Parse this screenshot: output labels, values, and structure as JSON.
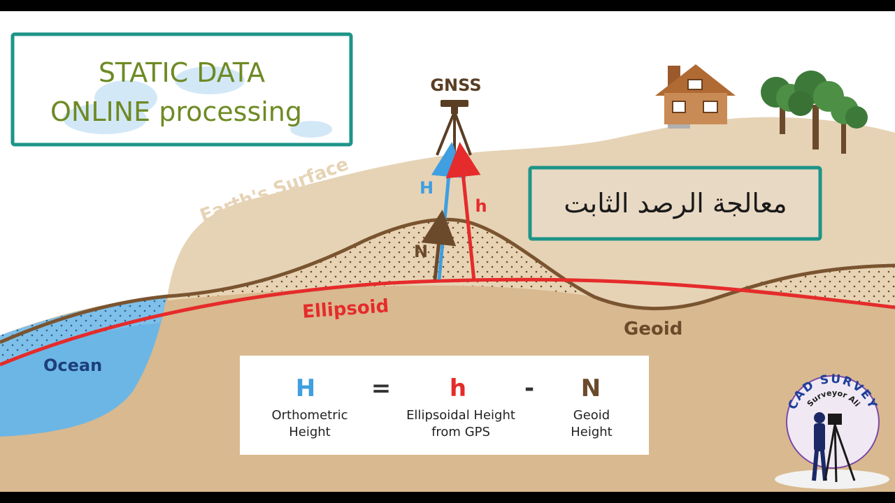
{
  "title_box": {
    "line1": "STATIC DATA",
    "line2": "ONLINE processing"
  },
  "arabic_box": {
    "text": "معالجة الرصد الثابت"
  },
  "labels": {
    "gnss": "GNSS",
    "earth_surface": "Earth's Surface",
    "H": "H",
    "h": "h",
    "N": "N",
    "ellipsoid": "Ellipsoid",
    "geoid": "Geoid",
    "ocean": "Ocean"
  },
  "formula": {
    "H": "H",
    "equals": "=",
    "h": "h",
    "minus": "-",
    "N": "N",
    "H_caption_1": "Orthometric",
    "H_caption_2": "Height",
    "h_caption_1": "Ellipsoidal Height",
    "h_caption_2": "from GPS",
    "N_caption_1": "Geoid",
    "N_caption_2": "Height"
  },
  "logo": {
    "text_top": "CAD SURVEY",
    "text_sub": "Surveyor Ali"
  },
  "colors": {
    "ellipsoid_red": "#e52b2b",
    "geoid_brown": "#6b4a2b",
    "H_blue": "#3f9fe0",
    "ocean_blue": "#6cb6e6",
    "frame_teal": "#1e9488",
    "title_green": "#6e8a24",
    "land_light": "#e3cfb0",
    "land_dark": "#d9b98f"
  }
}
